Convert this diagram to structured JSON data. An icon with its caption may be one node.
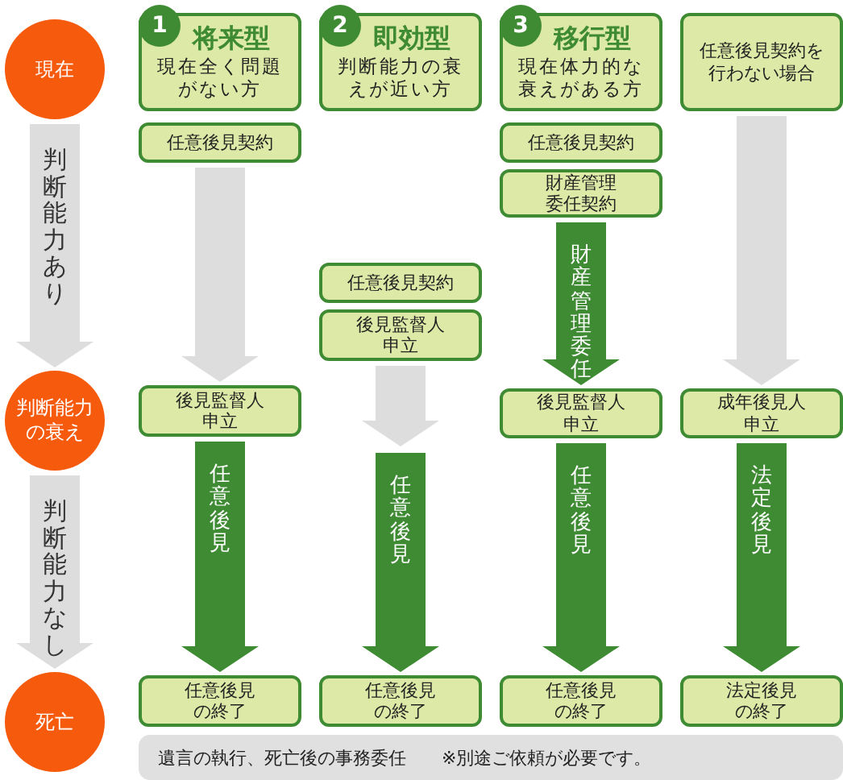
{
  "diagram": {
    "nodes": [
      {
        "text": [
          "現在"
        ]
      },
      {
        "text": [
          "判断能力の衰え"
        ]
      },
      {
        "text": [
          "死亡"
        ]
      },
      {
        "text": [
          "1",
          "将来型",
          "現在全く問題がない方"
        ]
      },
      {
        "text": [
          "任意後見契約"
        ]
      },
      {
        "text": [
          "後見監督人申立"
        ]
      },
      {
        "text": [
          "任意後見の終了"
        ]
      },
      {
        "text": [
          "2",
          "即効型",
          "判断能力の衰えが近い方"
        ]
      },
      {
        "text": [
          "任意後見契約"
        ]
      },
      {
        "text": [
          "後見監督人申立"
        ]
      },
      {
        "text": [
          "任意後見の終了"
        ]
      },
      {
        "text": [
          "3",
          "移行型",
          "現在体力的な衰えがある方"
        ]
      },
      {
        "text": [
          "任意後見契約"
        ]
      },
      {
        "text": [
          "財産管理委任契約"
        ]
      },
      {
        "text": [
          "後見監督人申立"
        ]
      },
      {
        "text": [
          "任意後見の終了"
        ]
      },
      {
        "text": [
          "任意後見契約を行わない場合"
        ]
      },
      {
        "text": [
          "成年後見人申立"
        ]
      },
      {
        "text": [
          "法定後見の終了"
        ]
      },
      {
        "text": [
          "遺言の執行、死亡後の事務委任",
          "※別途ご依頼が必要です。"
        ]
      }
    ],
    "edges": [
      {
        "from": 0,
        "to": 1,
        "arrow": "to",
        "label": "判断能力あり",
        "color": "#dddddd"
      },
      {
        "from": 1,
        "to": 2,
        "arrow": "to",
        "label": "判断能力なし",
        "color": "#dddddd"
      },
      {
        "from": 4,
        "to": 5,
        "arrow": "to",
        "color": "#dddddd"
      },
      {
        "from": 5,
        "to": 6,
        "arrow": "to",
        "label": "任意後見",
        "color": "#3f8b34"
      },
      {
        "from": 9,
        "to": 10,
        "arrow": "to",
        "label": "任意後見",
        "color": "#3f8b34"
      },
      {
        "from": 13,
        "to": 14,
        "arrow": "to",
        "label": "財産管理委任",
        "color": "#3f8b34"
      },
      {
        "from": 14,
        "to": 15,
        "arrow": "to",
        "label": "任意後見",
        "color": "#3f8b34"
      },
      {
        "from": 16,
        "to": 17,
        "arrow": "to",
        "color": "#dddddd"
      },
      {
        "from": 17,
        "to": 18,
        "arrow": "to",
        "label": "法定後見",
        "color": "#3f8b34"
      }
    ]
  }
}
